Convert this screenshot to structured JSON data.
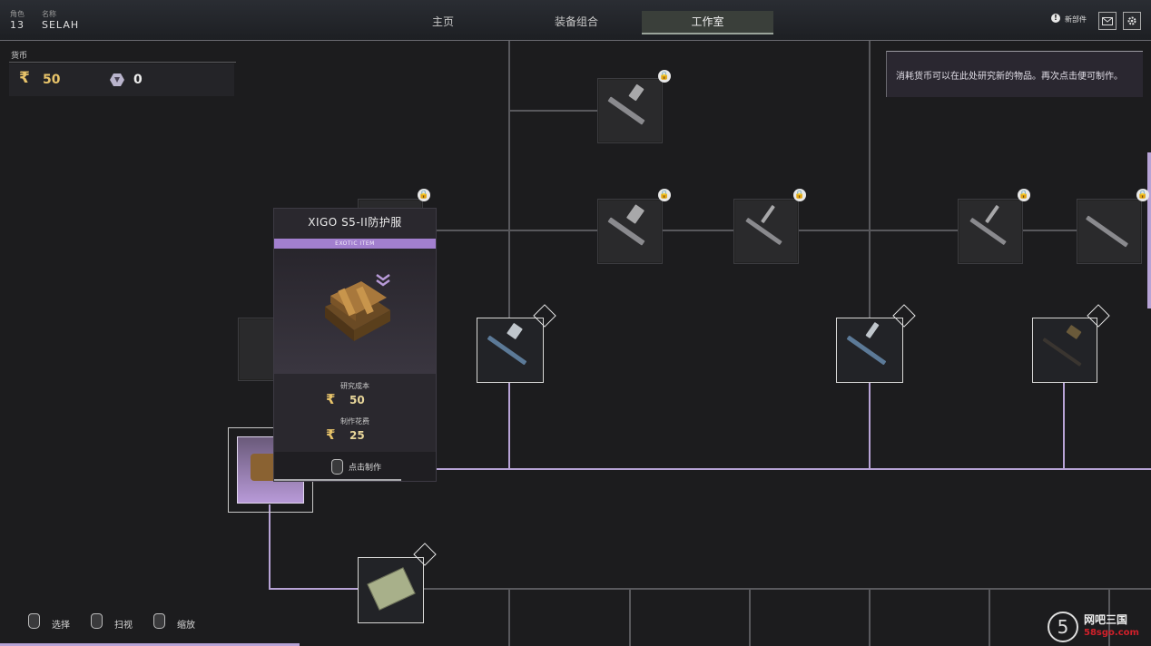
{
  "header": {
    "level_label": "角色",
    "level_value": "13",
    "name_label": "名称",
    "name_value": "SELAH",
    "tabs": [
      {
        "label": "主页",
        "active": false
      },
      {
        "label": "装备组合",
        "active": false
      },
      {
        "label": "工作室",
        "active": true
      }
    ],
    "notification_label": "新部件",
    "mail_icon": "mail-icon",
    "settings_icon": "gear-icon"
  },
  "currency": {
    "label": "货币",
    "primary_value": "50",
    "secondary_value": "0",
    "accent_color": "#e8c46a"
  },
  "tip": {
    "text": "消耗货币可以在此处研究新的物品。再次点击便可制作。"
  },
  "item_card": {
    "title": "XIGO S5-II防护服",
    "rarity": "EXOTIC ITEM",
    "rarity_color": "#a27fcf",
    "research_cost_label": "研究成本",
    "research_cost_value": "50",
    "craft_cost_label": "制作花费",
    "craft_cost_value": "25",
    "action_label": "点击制作"
  },
  "hints": [
    {
      "label": "选择",
      "icon": "mouse-left-icon"
    },
    {
      "label": "扫视",
      "icon": "mouse-right-icon"
    },
    {
      "label": "缩放",
      "icon": "mouse-scroll-icon"
    }
  ],
  "watermark": {
    "name": "网吧三国",
    "url": "58sgo.com"
  }
}
